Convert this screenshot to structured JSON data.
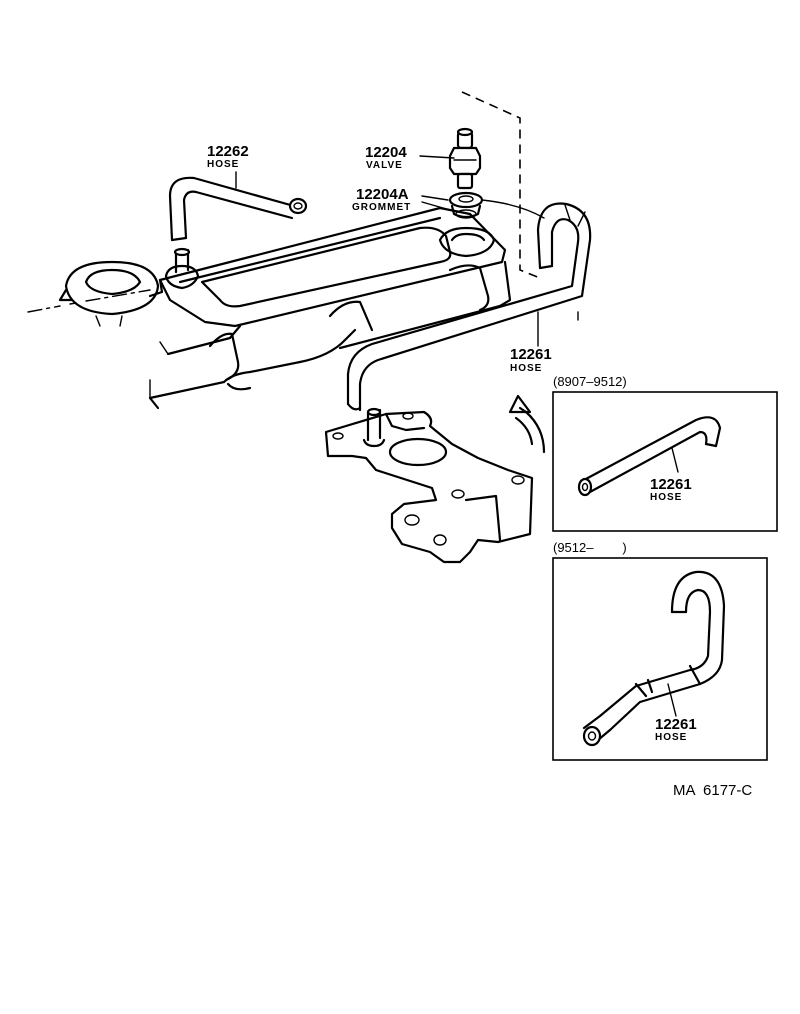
{
  "parts": {
    "hose_12262": {
      "number": "12262",
      "label": "HOSE"
    },
    "valve_12204": {
      "number": "12204",
      "label": "VALVE"
    },
    "grommet_12204a": {
      "number": "12204A",
      "label": "GROMMET"
    },
    "hose_12261": {
      "number": "12261",
      "label": "HOSE"
    }
  },
  "insets": [
    {
      "range": "(8907–9512)",
      "number": "12261",
      "label": "HOSE"
    },
    {
      "range": "(9512–        )",
      "number": "12261",
      "label": "HOSE"
    }
  ],
  "diagram_code": "MA  6177-C"
}
